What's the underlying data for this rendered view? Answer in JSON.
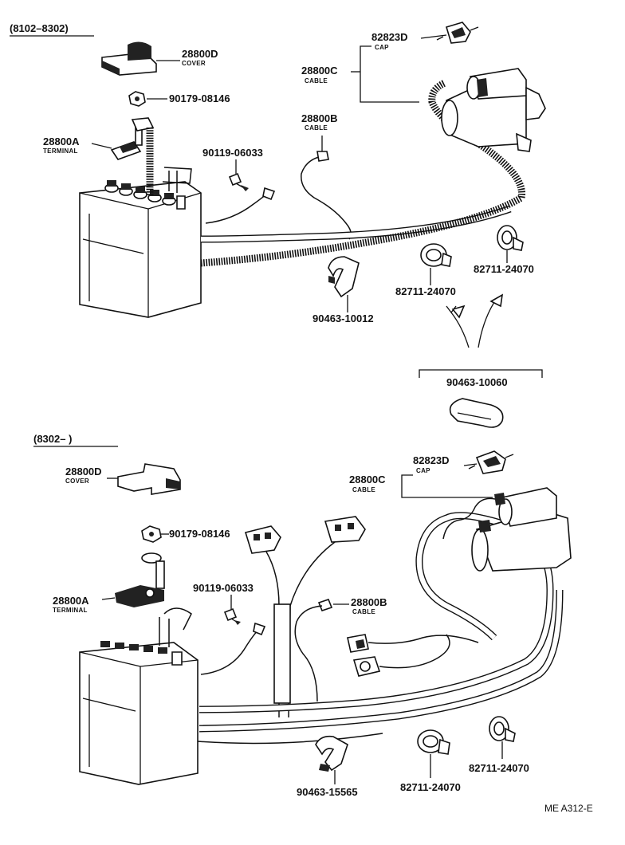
{
  "header_top": "(8102–8302)",
  "header_bottom": "(8302–        )",
  "figure_code": "ME A312-E",
  "top": {
    "cover": {
      "part": "28800D",
      "name": "COVER"
    },
    "nut": {
      "part": "90179-08146"
    },
    "terminal": {
      "part": "28800A",
      "name": "TERMINAL"
    },
    "bolt": {
      "part": "90119-06033"
    },
    "cable_b": {
      "part": "28800B",
      "name": "CABLE"
    },
    "cable_c": {
      "part": "28800C",
      "name": "CABLE"
    },
    "cap": {
      "part": "82823D",
      "name": "CAP"
    },
    "clamp_a": {
      "part": "90463-10012"
    },
    "clamp_b": {
      "part": "82711-24070"
    },
    "clamp_c": {
      "part": "82711-24070"
    },
    "clip": {
      "part": "90463-10060"
    }
  },
  "bottom": {
    "cover": {
      "part": "28800D",
      "name": "COVER"
    },
    "nut": {
      "part": "90179-08146"
    },
    "terminal": {
      "part": "28800A",
      "name": "TERMINAL"
    },
    "bolt": {
      "part": "90119-06033"
    },
    "cable_b": {
      "part": "28800B",
      "name": "CABLE"
    },
    "cable_c": {
      "part": "28800C",
      "name": "CABLE"
    },
    "cap": {
      "part": "82823D",
      "name": "CAP"
    },
    "clamp_a": {
      "part": "90463-15565"
    },
    "clamp_b": {
      "part": "82711-24070"
    },
    "clamp_c": {
      "part": "82711-24070"
    }
  }
}
